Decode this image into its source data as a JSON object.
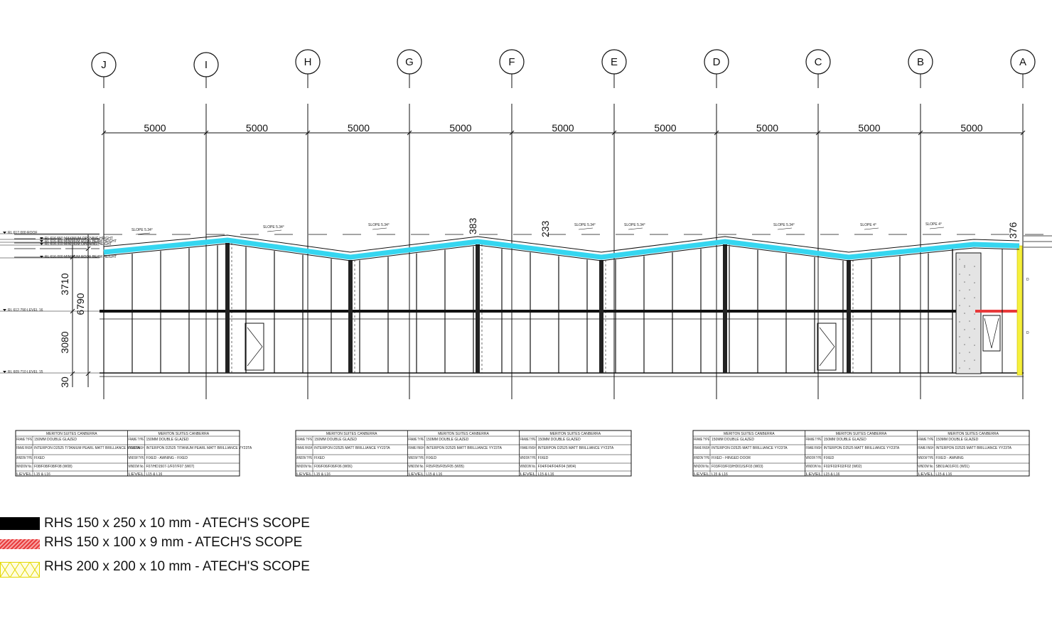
{
  "grid_lines": [
    "J",
    "I",
    "H",
    "G",
    "F",
    "E",
    "D",
    "C",
    "B",
    "A"
  ],
  "bay_dimensions": [
    "5000",
    "5000",
    "5000",
    "5000",
    "5000",
    "5000",
    "5000",
    "5000",
    "5000"
  ],
  "vertical_dimensions": {
    "upper_height": "3710",
    "total_height": "6790",
    "lower_height": "3080",
    "base": "30"
  },
  "roof_labels": {
    "slopes": [
      "SLOPE 5.34°",
      "SLOPE 5.34°",
      "SLOPE 5.34°",
      "SLOPE 5.34°",
      "SLOPE 5.34°",
      "SLOPE 5.34°",
      "SLOPE 4°",
      "SLOPE 4°"
    ],
    "dimensions": [
      "383",
      "233",
      "376"
    ]
  },
  "level_marks": [
    "RL 617.000 ROOF",
    "RL 616.550 MAXIMUM OPENING HEIGHT",
    "RL 616.400 MINIMUM ROOF BEAM HEIGHT",
    "RL 616.310 MINIMUM OPENING HEIGHT",
    "RL 616.000 MINIMUM ROOF BEAM HEIGHT",
    "RL 612.790 LEVEL 16",
    "RL 609.710 LEVEL 15"
  ],
  "tables": [
    {
      "columns": [
        {
          "header": "MERITON SUITES CANBERRA",
          "frame_type": "150MM DOUBLE GLAZED",
          "frame_finish": "INTERPON D2525 TITANIUM PEARL MATT BRILLIANCE YY23TA",
          "window_type": "FIXED",
          "window_no": "F08/F08/F08/F08 (W08)",
          "level": "L15 & L16"
        },
        {
          "header": "MERITON SUITES CANBERRA",
          "frame_type": "150MM DOUBLE GLAZED",
          "frame_finish": "INTERPON D2525 TITANIUM PEARL MATT BRILLIANCE YY23TA",
          "window_type": "FIXED - AWNING - FIXED",
          "window_no": "F07/HD1507-1/F07/F07 (W07)",
          "level": "L15 & L16"
        }
      ]
    },
    {
      "columns": [
        {
          "header": "MERITON SUITES CANBERRA",
          "frame_type": "150MM DOUBLE GLAZED",
          "frame_finish": "INTERPON D2525 MATT BRILLIANCE YY23TA",
          "window_type": "FIXED",
          "window_no": "F06/F06/F06/F06 (W06)",
          "level": "L15 & L16"
        },
        {
          "header": "MERITON SUITES CANBERRA",
          "frame_type": "150MM DOUBLE GLAZED",
          "frame_finish": "INTERPON D2525 MATT BRILLIANCE YY23TA",
          "window_type": "FIXED",
          "window_no": "F05/F05/F05/F05 (W05)",
          "level": "L15 & L16"
        },
        {
          "header": "MERITON SUITES CANBERRA",
          "frame_type": "150MM DOUBLE GLAZED",
          "frame_finish": "INTERPON D2525 MATT BRILLIANCE YY23TA",
          "window_type": "FIXED",
          "window_no": "F04/F04/F04/F04 (W04)",
          "level": "L15 & L16"
        }
      ]
    },
    {
      "columns": [
        {
          "header": "MERITON SUITES CANBERRA",
          "frame_type": "150MM DOUBLE GLAZED",
          "frame_finish": "INTERPON D2525 MATT BRILLIANCE YY23TA",
          "window_type": "FIXED - HINGED DOOR",
          "window_no": "F03/F03/F03/HD01/S/F03 (W03)",
          "level": "L15 & L16"
        },
        {
          "header": "MERITON SUITES CANBERRA",
          "frame_type": "150MM DOUBLE GLAZED",
          "frame_finish": "INTERPON D2525 MATT BRILLIANCE YY23TA",
          "window_type": "FIXED",
          "window_no": "F02/F02/F02/F02 (W02)",
          "level": "L15 & L16"
        },
        {
          "header": "MERITON SUITES CANBERRA",
          "frame_type": "150MM DOUBLE GLAZED",
          "frame_finish": "INTERPON D2525 MATT BRILLIANCE YY23TA",
          "window_type": "FIXED - AWNING",
          "window_no": "SB01/A01/F01 (W01)",
          "level": "L15 & L16"
        }
      ]
    }
  ],
  "row_labels": [
    "FRAME TYPE",
    "FRAME FINISH",
    "WINDOW TYPE",
    "WINDOW No.",
    "LEVEL"
  ],
  "legend": [
    {
      "label": "RHS 150 x 250 x 10 mm - ATECH'S SCOPE",
      "color": "#000000"
    },
    {
      "label": "RHS 150 x 100 x 9 mm - ATECH'S SCOPE",
      "color": "#e8393a"
    },
    {
      "label": "RHS 200 x 200 x 10 mm - ATECH'S SCOPE",
      "color": "#f5f03c"
    }
  ],
  "colors": {
    "roof_beam": "#35d6f0",
    "red_beam": "#e8393a",
    "yellow_column": "#f5f03c",
    "line": "#111111"
  }
}
